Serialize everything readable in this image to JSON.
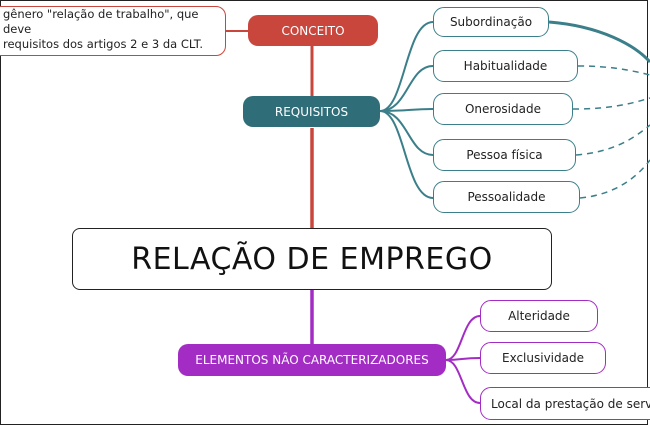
{
  "central": {
    "title": "RELAÇÃO DE EMPREGO"
  },
  "conceito": {
    "label": "CONCEITO",
    "note_line1": "gênero \"relação de trabalho\", que deve",
    "note_line2": "requisitos dos artigos 2 e 3 da CLT."
  },
  "requisitos": {
    "label": "REQUISITOS",
    "items": [
      "Subordinação",
      "Habitualidade",
      "Onerosidade",
      "Pessoa física",
      "Pessoalidade"
    ]
  },
  "elementos": {
    "label": "ELEMENTOS NÃO CARACTERIZADORES",
    "items": [
      "Alteridade",
      "Exclusividade",
      "Local da prestação de serv"
    ]
  },
  "colors": {
    "conceito": "#c9463d",
    "requisitos": "#2f6d78",
    "elementos": "#a32cc4"
  }
}
